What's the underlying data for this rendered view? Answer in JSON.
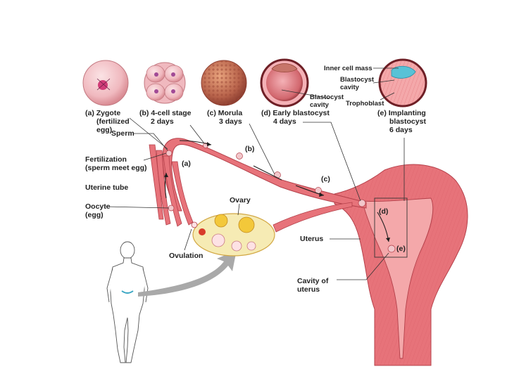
{
  "stages": {
    "a": {
      "line1": "(a) Zygote",
      "line2": "(fertilized",
      "line3": "egg)"
    },
    "b": {
      "line1": "(b) 4-cell stage",
      "line2": "2 days"
    },
    "c": {
      "line1": "(c) Morula",
      "line2": "3 days"
    },
    "d": {
      "line1": "(d) Early blastocyst",
      "line2": "4 days"
    },
    "e": {
      "line1": "(e) Implanting",
      "line2": "blastocyst",
      "line3": "6 days"
    }
  },
  "inset_labels": {
    "inner_cell_mass": "Inner cell mass",
    "blastocyst_cavity_e_1": "Blastocyst",
    "blastocyst_cavity_e_2": "cavity",
    "blastocyst_cavity_d_1": "Blastocyst",
    "blastocyst_cavity_d_2": "cavity",
    "trophoblast": "Trophoblast"
  },
  "anatomy_labels": {
    "sperm": "Sperm",
    "fertilization_1": "Fertilization",
    "fertilization_2": "(sperm meet egg)",
    "uterine_tube": "Uterine tube",
    "oocyte_1": "Oocyte",
    "oocyte_2": "(egg)",
    "ovary": "Ovary",
    "ovulation": "Ovulation",
    "uterus": "Uterus",
    "cavity_1": "Cavity of",
    "cavity_2": "uterus"
  },
  "path_tags": {
    "a": "(a)",
    "b": "(b)",
    "c": "(c)",
    "d": "(d)",
    "e": "(e)"
  },
  "colors": {
    "tissue": "#e7737a",
    "tissue_dark": "#c9464f",
    "tissue_light": "#f4a8aa",
    "ovary": "#f6ebb4",
    "follicle": "#f3c83a",
    "cell_pink": "#f2c7cb",
    "arrow_gray": "#a9a9a9",
    "icm_blue": "#59c2d6"
  }
}
